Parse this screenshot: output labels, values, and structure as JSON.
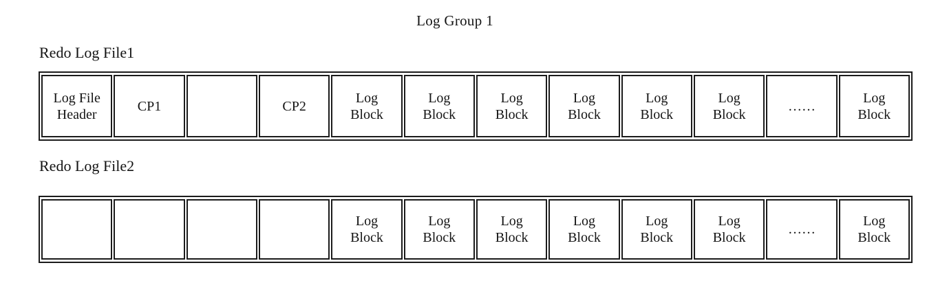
{
  "title": "Log Group 1",
  "colors": {
    "background": "#ffffff",
    "line": "#1b1b1b",
    "text": "#131313"
  },
  "files": [
    {
      "label": "Redo Log File1",
      "cells": [
        {
          "lines": [
            "Log File",
            "Header"
          ]
        },
        {
          "lines": [
            "CP1"
          ]
        },
        {
          "lines": []
        },
        {
          "lines": [
            "CP2"
          ]
        },
        {
          "lines": [
            "Log",
            "Block"
          ]
        },
        {
          "lines": [
            "Log",
            "Block"
          ]
        },
        {
          "lines": [
            "Log",
            "Block"
          ]
        },
        {
          "lines": [
            "Log",
            "Block"
          ]
        },
        {
          "lines": [
            "Log",
            "Block"
          ]
        },
        {
          "lines": [
            "Log",
            "Block"
          ]
        },
        {
          "lines": [
            "……"
          ]
        },
        {
          "lines": [
            "Log",
            "Block"
          ]
        }
      ]
    },
    {
      "label": "Redo Log File2",
      "cells": [
        {
          "lines": []
        },
        {
          "lines": []
        },
        {
          "lines": []
        },
        {
          "lines": []
        },
        {
          "lines": [
            "Log",
            "Block"
          ]
        },
        {
          "lines": [
            "Log",
            "Block"
          ]
        },
        {
          "lines": [
            "Log",
            "Block"
          ]
        },
        {
          "lines": [
            "Log",
            "Block"
          ]
        },
        {
          "lines": [
            "Log",
            "Block"
          ]
        },
        {
          "lines": [
            "Log",
            "Block"
          ]
        },
        {
          "lines": [
            "……"
          ]
        },
        {
          "lines": [
            "Log",
            "Block"
          ]
        }
      ]
    }
  ]
}
